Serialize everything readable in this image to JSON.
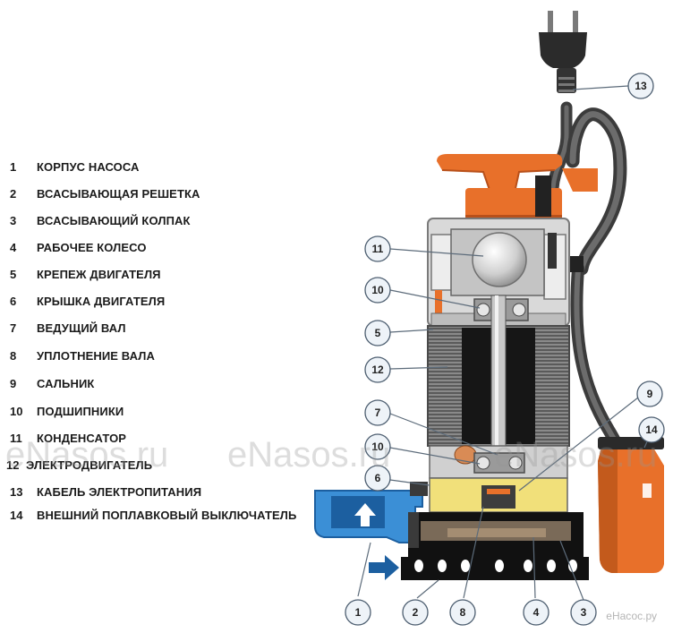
{
  "legend": [
    {
      "number": "1",
      "label": "КОРПУС НАСОСА"
    },
    {
      "number": "2",
      "label": "ВСАСЫВАЮЩАЯ РЕШЕТКА"
    },
    {
      "number": "3",
      "label": "ВСАСЫВАЮЩИЙ КОЛПАК"
    },
    {
      "number": "4",
      "label": "РАБОЧЕЕ КОЛЕСО"
    },
    {
      "number": "5",
      "label": "КРЕПЕЖ ДВИГАТЕЛЯ"
    },
    {
      "number": "6",
      "label": "КРЫШКА ДВИГАТЕЛЯ"
    },
    {
      "number": "7",
      "label": "ВЕДУЩИЙ ВАЛ"
    },
    {
      "number": "8",
      "label": "УПЛОТНЕНИЕ ВАЛА"
    },
    {
      "number": "9",
      "label": "САЛЬНИК"
    },
    {
      "number": "10",
      "label": "ПОДШИПНИКИ"
    },
    {
      "number": "11",
      "label": "КОНДЕНСАТОР"
    },
    {
      "number": "12",
      "label": "ЭЛЕКТРОДВИГАТЕЛЬ"
    },
    {
      "number": "13",
      "label": "КАБЕЛЬ ЭЛЕКТРОПИТАНИЯ"
    },
    {
      "number": "14",
      "label": "ВНЕШНИЙ ПОПЛАВКОВЫЙ ВЫКЛЮЧАТЕЛЬ"
    }
  ],
  "callouts": [
    "13",
    "11",
    "10",
    "5",
    "12",
    "9",
    "7",
    "14",
    "10",
    "6",
    "1",
    "2",
    "8",
    "4",
    "3"
  ],
  "watermark": {
    "main": "eNasos.ru",
    "corner": "eНасос.ру"
  },
  "colors": {
    "orange": "#e8702a",
    "orange_dark": "#b8501a",
    "gray_body": "#d9d9d9",
    "gray_dark": "#5a5a5a",
    "motor_black": "#161616",
    "blue": "#3b8fd6",
    "blue_dark": "#1c5fa0",
    "oil_yellow": "#f1e07a",
    "callout_fill": "#eef3f8",
    "callout_stroke": "#4d5e70"
  }
}
